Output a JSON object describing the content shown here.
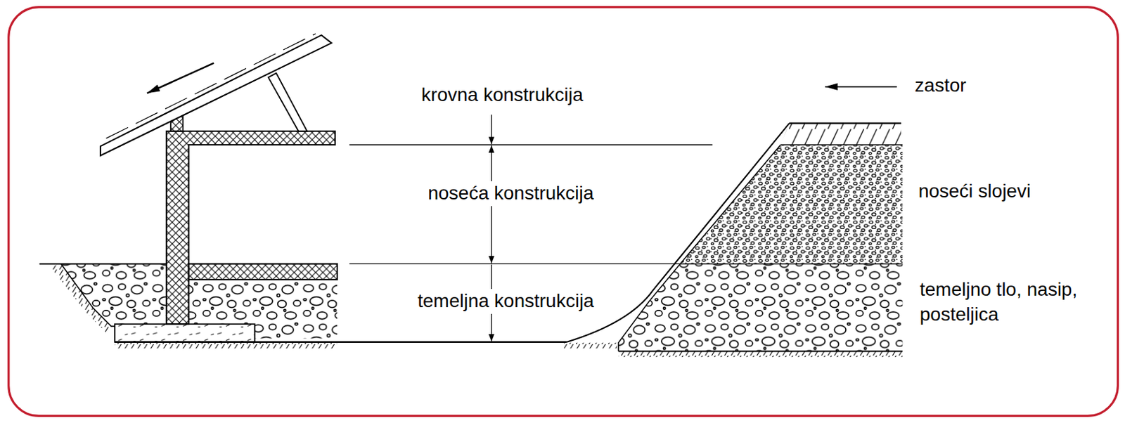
{
  "diagram": {
    "labels": [
      "krovna konstrukcija",
      "noseća konstrukcija",
      "temeljna konstrukcija",
      "zastor",
      "noseći slojevi",
      "temeljno tlo, nasip, posteljica"
    ]
  }
}
